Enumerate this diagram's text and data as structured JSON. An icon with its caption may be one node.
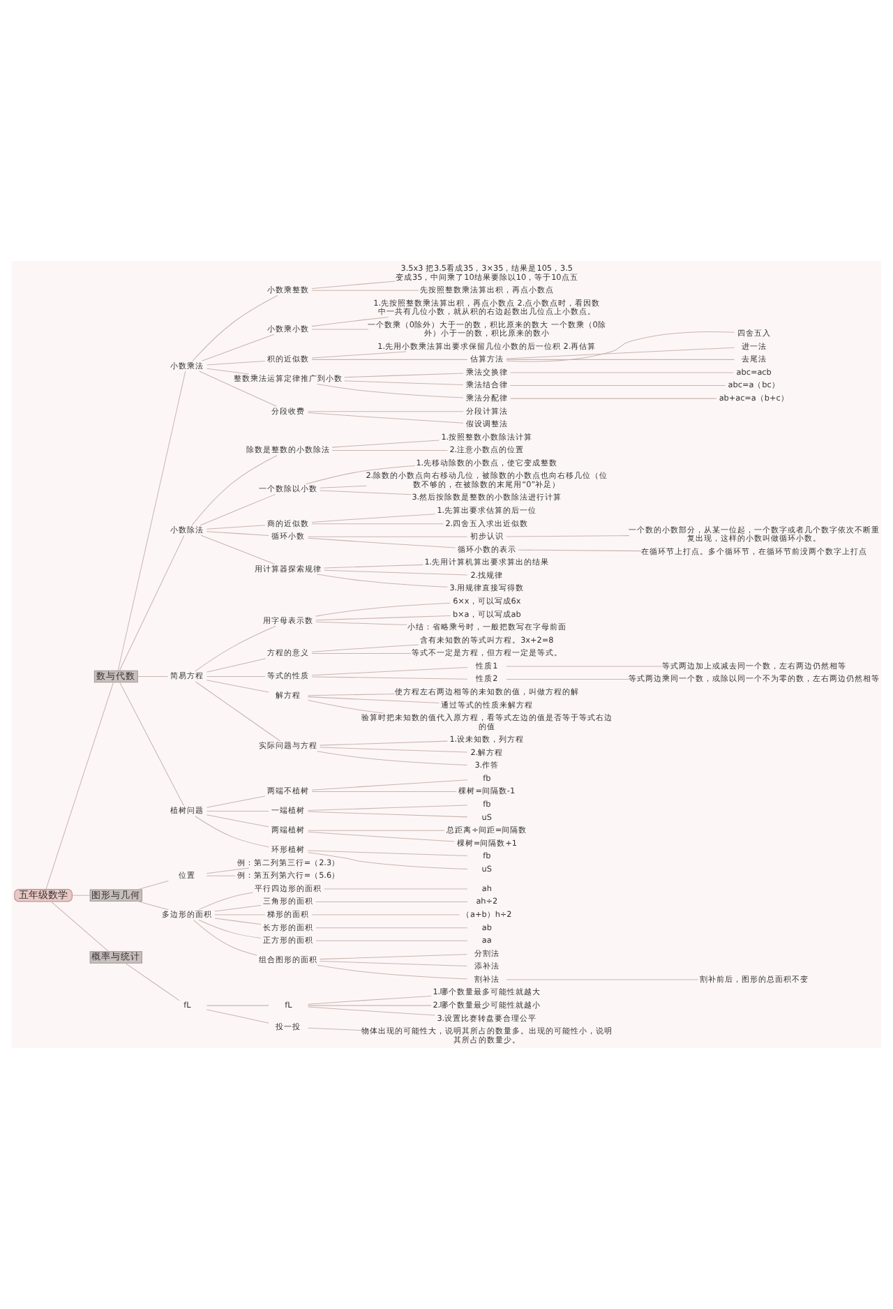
{
  "diagram": {
    "nodes": [
      {
        "text": [
          "五年级数学"
        ]
      },
      {
        "text": [
          "数与代数"
        ]
      },
      {
        "text": [
          "小数乘法"
        ]
      },
      {
        "text": [
          "小数乘整数"
        ]
      },
      {
        "text": [
          "3.5x3 把3.5看成35，3×35，结果是105，3.5变成35，中间乘了10结果要除以10，等于10点五"
        ]
      },
      {
        "text": [
          "先按照整数乘法算出积，再点小数点"
        ]
      },
      {
        "text": [
          "小数乘小数"
        ]
      },
      {
        "text": [
          "1.先按照整数乘法算出积，再点小数点 2.点小数点时，看因数中一共有几位小数，就从积的右边起数出几位点上小数点。"
        ]
      },
      {
        "text": [
          "一个数乘（0除外）大于一的数，积比原来的数大 一个数乘（0除外）小于一的数，积比原来的数小"
        ]
      },
      {
        "text": [
          "积的近似数"
        ]
      },
      {
        "text": [
          "1.先用小数乘法算出要求保留几位小数的后一位积 2.再估算"
        ]
      },
      {
        "text": [
          "估算方法"
        ]
      },
      {
        "text": [
          "四舍五入"
        ]
      },
      {
        "text": [
          "进一法"
        ]
      },
      {
        "text": [
          "去尾法"
        ]
      },
      {
        "text": [
          "整数乘法运算定律推广到小数"
        ]
      },
      {
        "text": [
          "乘法交换律"
        ]
      },
      {
        "text": [
          "abc=acb"
        ]
      },
      {
        "text": [
          "乘法结合律"
        ]
      },
      {
        "text": [
          "abc=a（bc）"
        ]
      },
      {
        "text": [
          "乘法分配律"
        ]
      },
      {
        "text": [
          "ab+ac=a（b+c）"
        ]
      },
      {
        "text": [
          "分段收费"
        ]
      },
      {
        "text": [
          "分段计算法"
        ]
      },
      {
        "text": [
          "假设调整法"
        ]
      },
      {
        "text": [
          "小数除法"
        ]
      },
      {
        "text": [
          "除数是整数的小数除法"
        ]
      },
      {
        "text": [
          "1.按照整数小数除法计算"
        ]
      },
      {
        "text": [
          "2.注意小数点的位置"
        ]
      },
      {
        "text": [
          "一个数除以小数"
        ]
      },
      {
        "text": [
          "1.先移动除数的小数点，使它变成整数"
        ]
      },
      {
        "text": [
          "2.除数的小数点向右移动几位，被除数的小数点也向右移几位（位数不够的，在被除数的末尾用“0”补足）"
        ]
      },
      {
        "text": [
          "3.然后按除数是整数的小数除法进行计算"
        ]
      },
      {
        "text": [
          "商的近似数"
        ]
      },
      {
        "text": [
          "1.先算出要求估算的后一位"
        ]
      },
      {
        "text": [
          "2.四舍五入求出近似数"
        ]
      },
      {
        "text": [
          "循环小数"
        ]
      },
      {
        "text": [
          "初步认识"
        ]
      },
      {
        "text": [
          "一个数的小数部分，从某一位起，一个数字或者几个数字依次不断重复出现，这样的小数叫做循环小数。"
        ]
      },
      {
        "text": [
          "循环小数的表示"
        ]
      },
      {
        "text": [
          "在循环节上打点。多个循环节，在循环节前没两个数字上打点"
        ]
      },
      {
        "text": [
          "用计算器探索规律"
        ]
      },
      {
        "text": [
          "1.先用计算机算出要求算出的结果"
        ]
      },
      {
        "text": [
          "2.找规律"
        ]
      },
      {
        "text": [
          "3.用规律直接写得数"
        ]
      },
      {
        "text": [
          "简易方程"
        ]
      },
      {
        "text": [
          "用字母表示数"
        ]
      },
      {
        "text": [
          "6×x，可以写成6x"
        ]
      },
      {
        "text": [
          "b×a，可以写成ab"
        ]
      },
      {
        "text": [
          "小结：省略乘号时，一般把数写在字母前面"
        ]
      },
      {
        "text": [
          "方程的意义"
        ]
      },
      {
        "text": [
          "含有未知数的等式叫方程。3x+2=8"
        ]
      },
      {
        "text": [
          "等式不一定是方程，但方程一定是等式。"
        ]
      },
      {
        "text": [
          "等式的性质"
        ]
      },
      {
        "text": [
          "性质1"
        ]
      },
      {
        "text": [
          "等式两边加上或减去同一个数，左右两边仍然相等"
        ]
      },
      {
        "text": [
          "性质2"
        ]
      },
      {
        "text": [
          "等式两边乘同一个数，或除以同一个不为零的数，左右两边仍然相等"
        ]
      },
      {
        "text": [
          "解方程"
        ]
      },
      {
        "text": [
          "使方程左右两边相等的未知数的值，叫做方程的解"
        ]
      },
      {
        "text": [
          "通过等式的性质来解方程"
        ]
      },
      {
        "text": [
          "验算时把未知数的值代入原方程，看等式左边的值是否等于等式右边的值"
        ]
      },
      {
        "text": [
          "实际问题与方程"
        ]
      },
      {
        "text": [
          "1.设未知数，列方程"
        ]
      },
      {
        "text": [
          "2.解方程"
        ]
      },
      {
        "text": [
          "3.作答"
        ]
      },
      {
        "text": [
          "植树问题"
        ]
      },
      {
        "text": [
          "两端不植树"
        ]
      },
      {
        "text": [
          "fb"
        ]
      },
      {
        "text": [
          "棵树=间隔数-1"
        ]
      },
      {
        "text": [
          "一端植树"
        ]
      },
      {
        "text": [
          "fb"
        ]
      },
      {
        "text": [
          "uS"
        ]
      },
      {
        "text": [
          "两端植树"
        ]
      },
      {
        "text": [
          "总距离÷间距=间隔数"
        ]
      },
      {
        "text": [
          "棵树=间隔数+1"
        ]
      },
      {
        "text": [
          "环形植树"
        ]
      },
      {
        "text": [
          "fb"
        ]
      },
      {
        "text": [
          "uS"
        ]
      },
      {
        "text": [
          "图形与几何"
        ]
      },
      {
        "text": [
          "位置"
        ]
      },
      {
        "text": [
          "例：第二列第三行=（2.3）"
        ]
      },
      {
        "text": [
          "例：第五列第六行=（5.6）"
        ]
      },
      {
        "text": [
          "多边形的面积"
        ]
      },
      {
        "text": [
          "平行四边形的面积"
        ]
      },
      {
        "text": [
          "ah"
        ]
      },
      {
        "text": [
          "三角形的面积"
        ]
      },
      {
        "text": [
          "ah÷2"
        ]
      },
      {
        "text": [
          "梯形的面积"
        ]
      },
      {
        "text": [
          "（a+b）h÷2"
        ]
      },
      {
        "text": [
          "长方形的面积"
        ]
      },
      {
        "text": [
          "ab"
        ]
      },
      {
        "text": [
          "正方形的面积"
        ]
      },
      {
        "text": [
          "aa"
        ]
      },
      {
        "text": [
          "组合图形的面积"
        ]
      },
      {
        "text": [
          "分割法"
        ]
      },
      {
        "text": [
          "添补法"
        ]
      },
      {
        "text": [
          "割补法"
        ]
      },
      {
        "text": [
          "割补前后，图形的总面积不变"
        ]
      },
      {
        "text": [
          "概率与统计"
        ]
      },
      {
        "text": [
          "fL"
        ]
      },
      {
        "text": [
          "fL"
        ]
      },
      {
        "text": [
          "1.哪个数量最多可能性就越大"
        ]
      },
      {
        "text": [
          "2.哪个数量最少可能性就越小"
        ]
      },
      {
        "text": [
          "3.设置比赛转盘要合理公平"
        ]
      },
      {
        "text": [
          "投一投"
        ]
      },
      {
        "text": [
          "物体出现的可能性大，说明其所占的数量多。出现的可能性小，说明其所占的数量少。"
        ]
      }
    ],
    "edges": [
      {
        "from": 0,
        "to": 1,
        "arrow": "none"
      },
      {
        "from": 1,
        "to": 2,
        "arrow": "none"
      },
      {
        "from": 2,
        "to": 3,
        "arrow": "none"
      },
      {
        "from": 3,
        "to": 4,
        "arrow": "none"
      },
      {
        "from": 3,
        "to": 5,
        "arrow": "none"
      },
      {
        "from": 2,
        "to": 6,
        "arrow": "none"
      },
      {
        "from": 6,
        "to": 7,
        "arrow": "none"
      },
      {
        "from": 6,
        "to": 8,
        "arrow": "none"
      },
      {
        "from": 2,
        "to": 9,
        "arrow": "none"
      },
      {
        "from": 9,
        "to": 10,
        "arrow": "none"
      },
      {
        "from": 9,
        "to": 11,
        "arrow": "none"
      },
      {
        "from": 11,
        "to": 12,
        "arrow": "none"
      },
      {
        "from": 11,
        "to": 13,
        "arrow": "none"
      },
      {
        "from": 11,
        "to": 14,
        "arrow": "none"
      },
      {
        "from": 2,
        "to": 15,
        "arrow": "none"
      },
      {
        "from": 15,
        "to": 16,
        "arrow": "none"
      },
      {
        "from": 16,
        "to": 17,
        "arrow": "none"
      },
      {
        "from": 15,
        "to": 18,
        "arrow": "none"
      },
      {
        "from": 18,
        "to": 19,
        "arrow": "none"
      },
      {
        "from": 15,
        "to": 20,
        "arrow": "none"
      },
      {
        "from": 20,
        "to": 21,
        "arrow": "none"
      },
      {
        "from": 2,
        "to": 22,
        "arrow": "none"
      },
      {
        "from": 22,
        "to": 23,
        "arrow": "none"
      },
      {
        "from": 22,
        "to": 24,
        "arrow": "none"
      },
      {
        "from": 1,
        "to": 25,
        "arrow": "none"
      },
      {
        "from": 25,
        "to": 26,
        "arrow": "none"
      },
      {
        "from": 26,
        "to": 27,
        "arrow": "none"
      },
      {
        "from": 26,
        "to": 28,
        "arrow": "none"
      },
      {
        "from": 25,
        "to": 29,
        "arrow": "none"
      },
      {
        "from": 29,
        "to": 30,
        "arrow": "none"
      },
      {
        "from": 29,
        "to": 31,
        "arrow": "none"
      },
      {
        "from": 29,
        "to": 32,
        "arrow": "none"
      },
      {
        "from": 25,
        "to": 33,
        "arrow": "none"
      },
      {
        "from": 33,
        "to": 34,
        "arrow": "none"
      },
      {
        "from": 33,
        "to": 35,
        "arrow": "none"
      },
      {
        "from": 25,
        "to": 36,
        "arrow": "none"
      },
      {
        "from": 36,
        "to": 37,
        "arrow": "none"
      },
      {
        "from": 37,
        "to": 38,
        "arrow": "none"
      },
      {
        "from": 36,
        "to": 39,
        "arrow": "none"
      },
      {
        "from": 39,
        "to": 40,
        "arrow": "none"
      },
      {
        "from": 25,
        "to": 41,
        "arrow": "none"
      },
      {
        "from": 41,
        "to": 42,
        "arrow": "none"
      },
      {
        "from": 41,
        "to": 43,
        "arrow": "none"
      },
      {
        "from": 41,
        "to": 44,
        "arrow": "none"
      },
      {
        "from": 1,
        "to": 45,
        "arrow": "none"
      },
      {
        "from": 45,
        "to": 46,
        "arrow": "none"
      },
      {
        "from": 46,
        "to": 47,
        "arrow": "none"
      },
      {
        "from": 46,
        "to": 48,
        "arrow": "none"
      },
      {
        "from": 46,
        "to": 49,
        "arrow": "none"
      },
      {
        "from": 45,
        "to": 50,
        "arrow": "none"
      },
      {
        "from": 50,
        "to": 51,
        "arrow": "none"
      },
      {
        "from": 50,
        "to": 52,
        "arrow": "none"
      },
      {
        "from": 45,
        "to": 53,
        "arrow": "none"
      },
      {
        "from": 53,
        "to": 54,
        "arrow": "none"
      },
      {
        "from": 54,
        "to": 55,
        "arrow": "none"
      },
      {
        "from": 53,
        "to": 56,
        "arrow": "none"
      },
      {
        "from": 56,
        "to": 57,
        "arrow": "none"
      },
      {
        "from": 45,
        "to": 58,
        "arrow": "none"
      },
      {
        "from": 58,
        "to": 59,
        "arrow": "none"
      },
      {
        "from": 58,
        "to": 60,
        "arrow": "none"
      },
      {
        "from": 58,
        "to": 61,
        "arrow": "none"
      },
      {
        "from": 45,
        "to": 62,
        "arrow": "none"
      },
      {
        "from": 62,
        "to": 63,
        "arrow": "none"
      },
      {
        "from": 62,
        "to": 64,
        "arrow": "none"
      },
      {
        "from": 62,
        "to": 65,
        "arrow": "none"
      },
      {
        "from": 1,
        "to": 66,
        "arrow": "none"
      },
      {
        "from": 66,
        "to": 67,
        "arrow": "none"
      },
      {
        "from": 67,
        "to": 68,
        "arrow": "none"
      },
      {
        "from": 67,
        "to": 69,
        "arrow": "none"
      },
      {
        "from": 66,
        "to": 70,
        "arrow": "none"
      },
      {
        "from": 70,
        "to": 71,
        "arrow": "none"
      },
      {
        "from": 70,
        "to": 72,
        "arrow": "none"
      },
      {
        "from": 66,
        "to": 73,
        "arrow": "none"
      },
      {
        "from": 73,
        "to": 74,
        "arrow": "none"
      },
      {
        "from": 73,
        "to": 75,
        "arrow": "none"
      },
      {
        "from": 66,
        "to": 76,
        "arrow": "none"
      },
      {
        "from": 76,
        "to": 77,
        "arrow": "none"
      },
      {
        "from": 76,
        "to": 78,
        "arrow": "none"
      },
      {
        "from": 0,
        "to": 79,
        "arrow": "none"
      },
      {
        "from": 79,
        "to": 80,
        "arrow": "none"
      },
      {
        "from": 80,
        "to": 81,
        "arrow": "none"
      },
      {
        "from": 80,
        "to": 82,
        "arrow": "none"
      },
      {
        "from": 79,
        "to": 83,
        "arrow": "none"
      },
      {
        "from": 83,
        "to": 84,
        "arrow": "none"
      },
      {
        "from": 84,
        "to": 85,
        "arrow": "none"
      },
      {
        "from": 83,
        "to": 86,
        "arrow": "none"
      },
      {
        "from": 86,
        "to": 87,
        "arrow": "none"
      },
      {
        "from": 83,
        "to": 88,
        "arrow": "none"
      },
      {
        "from": 88,
        "to": 89,
        "arrow": "none"
      },
      {
        "from": 83,
        "to": 90,
        "arrow": "none"
      },
      {
        "from": 90,
        "to": 91,
        "arrow": "none"
      },
      {
        "from": 83,
        "to": 92,
        "arrow": "none"
      },
      {
        "from": 92,
        "to": 93,
        "arrow": "none"
      },
      {
        "from": 83,
        "to": 94,
        "arrow": "none"
      },
      {
        "from": 94,
        "to": 95,
        "arrow": "none"
      },
      {
        "from": 94,
        "to": 96,
        "arrow": "none"
      },
      {
        "from": 94,
        "to": 97,
        "arrow": "none"
      },
      {
        "from": 97,
        "to": 98,
        "arrow": "none"
      },
      {
        "from": 0,
        "to": 99,
        "arrow": "none"
      },
      {
        "from": 99,
        "to": 100,
        "arrow": "none"
      },
      {
        "from": 100,
        "to": 101,
        "arrow": "none"
      },
      {
        "from": 101,
        "to": 102,
        "arrow": "none"
      },
      {
        "from": 101,
        "to": 103,
        "arrow": "none"
      },
      {
        "from": 101,
        "to": 104,
        "arrow": "none"
      },
      {
        "from": 100,
        "to": 105,
        "arrow": "none"
      },
      {
        "from": 105,
        "to": 106,
        "arrow": "none"
      }
    ]
  }
}
